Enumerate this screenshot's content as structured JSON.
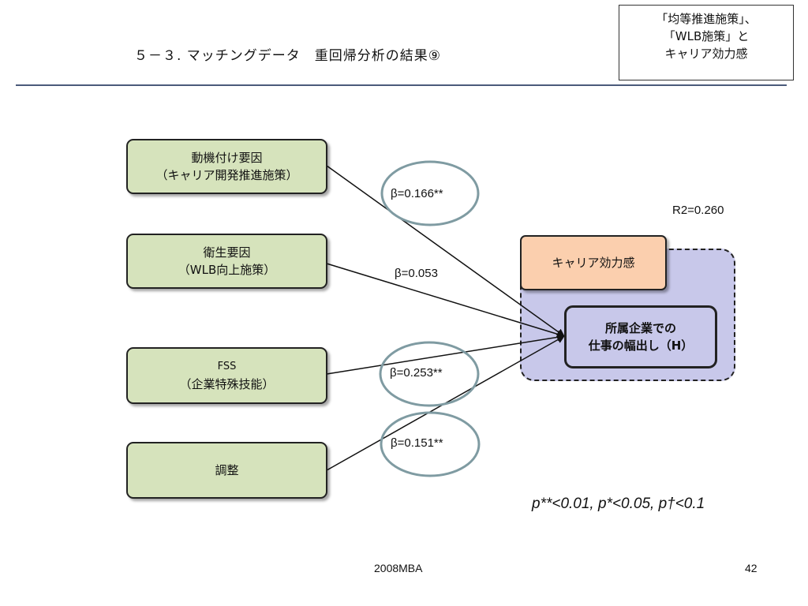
{
  "slide": {
    "title": "５－３. マッチングデータ　重回帰分析の結果⑨",
    "corner_box": {
      "line1": "「均等推進施策」、",
      "line2": "「WLB施策」と",
      "line3": "キャリア効力感"
    },
    "footer_center": "2008MBA",
    "page_number": "42"
  },
  "diagram": {
    "factors": [
      {
        "line1": "動機付け要因",
        "line2": "（キャリア開発推進施策）",
        "beta": "β=0.166**",
        "significant": true
      },
      {
        "line1": "衛生要因",
        "line2": "（WLB向上施策）",
        "beta": "β=0.053",
        "significant": false
      },
      {
        "line1": "FSS",
        "line2": "（企業特殊技能）",
        "beta": "β=0.253**",
        "significant": true
      },
      {
        "line1": "調整",
        "line2": "",
        "beta": "β=0.151**",
        "significant": true
      }
    ],
    "moderator": "キャリア効力感",
    "outcome": {
      "line1": "所属企業での",
      "line2": "仕事の幅出し（H）"
    },
    "r2": "R2=0.260",
    "significance_note": "p**<0.01, p*<0.05, p†<0.1"
  },
  "colors": {
    "factor_fill": "#d6e3bc",
    "moderator_fill": "#fbcfae",
    "outcome_fill": "#c8c8ea",
    "ellipse_stroke": "#7f9ba2",
    "header_rule": "#4b5a7a"
  }
}
